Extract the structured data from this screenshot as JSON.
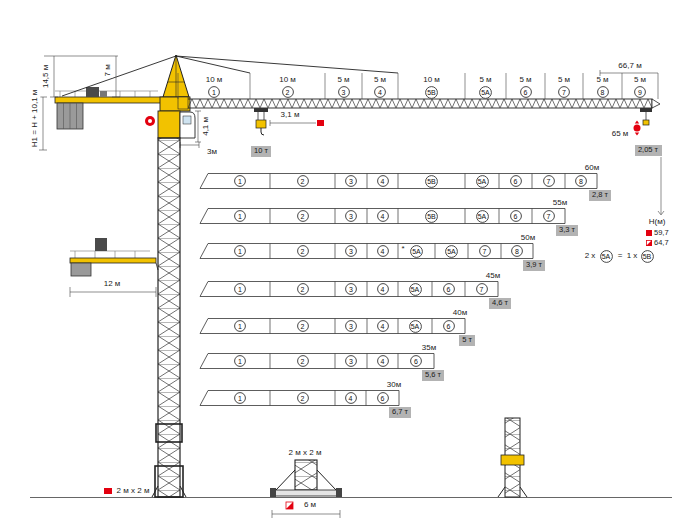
{
  "diagram": {
    "nodes": [
      {
        "text": [
          "1"
        ]
      },
      {
        "text": [
          "2"
        ]
      },
      {
        "text": [
          "3"
        ]
      },
      {
        "text": [
          "4"
        ]
      },
      {
        "text": [
          "5B"
        ]
      },
      {
        "text": [
          "5A"
        ]
      },
      {
        "text": [
          "6"
        ]
      },
      {
        "text": [
          "7"
        ]
      },
      {
        "text": [
          "8"
        ]
      },
      {
        "text": [
          "9"
        ]
      },
      {
        "text": [
          "10 т"
        ]
      },
      {
        "text": [
          "2,05 т"
        ]
      },
      {
        "text": [
          "1"
        ]
      },
      {
        "text": [
          "2"
        ]
      },
      {
        "text": [
          "3"
        ]
      },
      {
        "text": [
          "4"
        ]
      },
      {
        "text": [
          "5B"
        ]
      },
      {
        "text": [
          "5A"
        ]
      },
      {
        "text": [
          "6"
        ]
      },
      {
        "text": [
          "7"
        ]
      },
      {
        "text": [
          "8"
        ]
      },
      {
        "text": [
          "2,8 т"
        ]
      },
      {
        "text": [
          "1"
        ]
      },
      {
        "text": [
          "2"
        ]
      },
      {
        "text": [
          "3"
        ]
      },
      {
        "text": [
          "4"
        ]
      },
      {
        "text": [
          "5B"
        ]
      },
      {
        "text": [
          "5A"
        ]
      },
      {
        "text": [
          "6"
        ]
      },
      {
        "text": [
          "7"
        ]
      },
      {
        "text": [
          "3,3 т"
        ]
      },
      {
        "text": [
          "1"
        ]
      },
      {
        "text": [
          "2"
        ]
      },
      {
        "text": [
          "3"
        ]
      },
      {
        "text": [
          "4"
        ]
      },
      {
        "text": [
          "5A"
        ]
      },
      {
        "text": [
          "5A"
        ]
      },
      {
        "text": [
          "7"
        ]
      },
      {
        "text": [
          "8"
        ]
      },
      {
        "text": [
          "3,9 т"
        ]
      },
      {
        "text": [
          "5A"
        ]
      },
      {
        "text": [
          "5B"
        ]
      },
      {
        "text": [
          "1"
        ]
      },
      {
        "text": [
          "2"
        ]
      },
      {
        "text": [
          "3"
        ]
      },
      {
        "text": [
          "4"
        ]
      },
      {
        "text": [
          "5A"
        ]
      },
      {
        "text": [
          "6"
        ]
      },
      {
        "text": [
          "7"
        ]
      },
      {
        "text": [
          "4,6 т"
        ]
      },
      {
        "text": [
          "1"
        ]
      },
      {
        "text": [
          "2"
        ]
      },
      {
        "text": [
          "3"
        ]
      },
      {
        "text": [
          "4"
        ]
      },
      {
        "text": [
          "5A"
        ]
      },
      {
        "text": [
          "6"
        ]
      },
      {
        "text": [
          "5 т"
        ]
      },
      {
        "text": [
          "1"
        ]
      },
      {
        "text": [
          "2"
        ]
      },
      {
        "text": [
          "3"
        ]
      },
      {
        "text": [
          "4"
        ]
      },
      {
        "text": [
          "6"
        ]
      },
      {
        "text": [
          "5,6 т"
        ]
      },
      {
        "text": [
          "1"
        ]
      },
      {
        "text": [
          "2"
        ]
      },
      {
        "text": [
          "4"
        ]
      },
      {
        "text": [
          "6"
        ]
      },
      {
        "text": [
          "6,7 т"
        ]
      }
    ],
    "labels": [
      "10 м",
      "10 м",
      "5 м",
      "5 м",
      "10 м",
      "5 м",
      "5 м",
      "5 м",
      "5 м",
      "5 м",
      "66,7 м",
      "14,5 м",
      "7 м",
      "H1 = H + 10,1 м",
      "4,1 м",
      "3,1 м",
      "3м",
      "65 м",
      "60м",
      "55м",
      "50м",
      "*",
      "2 x",
      "=",
      "1 x",
      "45м",
      "40м",
      "35м",
      "30м",
      "H(м)",
      "12 м",
      "2 м x 2 м",
      "2 м x 2 м",
      "6 м"
    ],
    "legend": [
      {
        "text": "59,7",
        "color": "#e3000f"
      },
      {
        "text": "64,7"
      }
    ]
  }
}
